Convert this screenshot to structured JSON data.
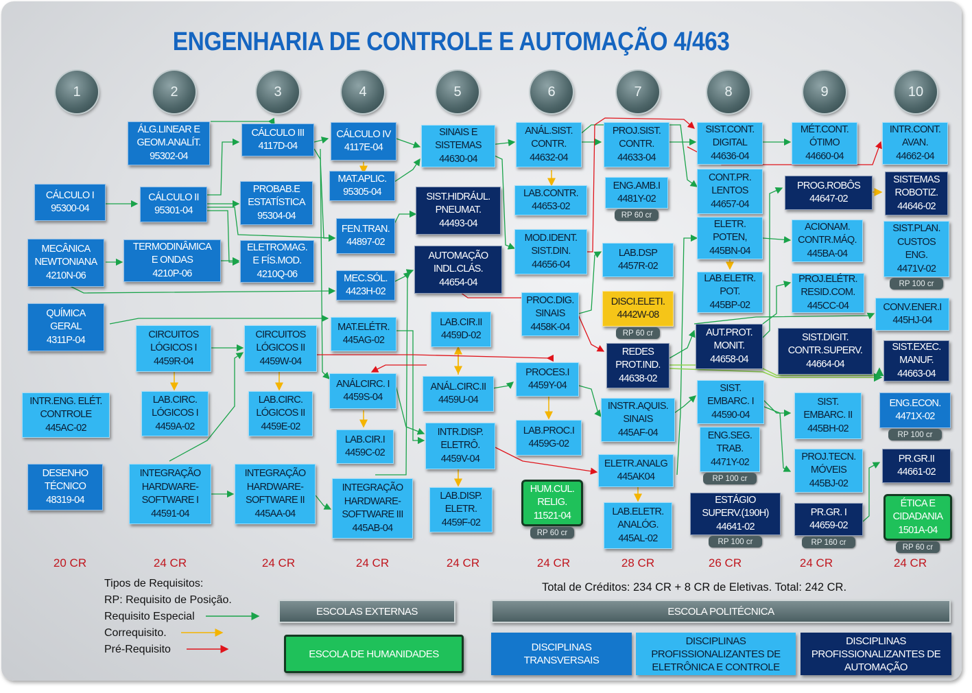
{
  "title": "ENGENHARIA DE CONTROLE E AUTOMAÇÃO 4/463",
  "semesters": [
    "1",
    "2",
    "3",
    "4",
    "5",
    "6",
    "7",
    "8",
    "9",
    "10"
  ],
  "credits": [
    "20 CR",
    "24 CR",
    "24 CR",
    "24 CR",
    "24 CR",
    "24 CR",
    "28 CR",
    "26 CR",
    "24 CR",
    "24 CR"
  ],
  "colors": {
    "transversais": "#1477cc",
    "eletronica_controle": "#33b7f2",
    "automacao": "#0b2a66",
    "humanidades": "#1fc15a",
    "eletiva": "#f5c518",
    "requisito_especial": "#1aa34a",
    "correquisito": "#f4b400",
    "pre_requisito": "#e0141b"
  },
  "courses": [
    {
      "id": "calc1",
      "text": "CÁLCULO I\n95300-04",
      "color": "c1"
    },
    {
      "id": "mecanica",
      "text": "MECÂNICA\nNEWTONIANA\n4210N-06",
      "color": "c1"
    },
    {
      "id": "quimica",
      "text": "QUÍMICA\nGERAL\n4311P-04",
      "color": "c1"
    },
    {
      "id": "intreng",
      "text": "INTR.ENG. ELÉT.\nCONTROLE\n445AC-02",
      "color": "c2"
    },
    {
      "id": "desenho",
      "text": "DESENHO\nTÉCNICO\n48319-04",
      "color": "c1"
    },
    {
      "id": "alglin",
      "text": "ÁLG.LINEAR E\nGEOM.ANALÍT.\n95302-04",
      "color": "c1"
    },
    {
      "id": "calc2",
      "text": "CÁLCULO II\n95301-04",
      "color": "c1"
    },
    {
      "id": "termo",
      "text": "TERMODINÂMICA\nE ONDAS\n4210P-06",
      "color": "c1"
    },
    {
      "id": "circ1",
      "text": "CIRCUITOS\nLÓGICOS I\n4459R-04",
      "color": "c2"
    },
    {
      "id": "labcirc1",
      "text": "LAB.CIRC.\nLÓGICOS I\n4459A-02",
      "color": "c2"
    },
    {
      "id": "ihs1",
      "text": "INTEGRAÇÃO\nHARDWARE-\nSOFTWARE I\n44591-04",
      "color": "c2"
    },
    {
      "id": "calc3",
      "text": "CÁLCULO III\n4117D-04",
      "color": "c1"
    },
    {
      "id": "probab",
      "text": "PROBAB.E\nESTATÍSTICA\n95304-04",
      "color": "c1"
    },
    {
      "id": "eletromag",
      "text": "ELETROMAG.\nE FÍS.MOD.\n4210Q-06",
      "color": "c1"
    },
    {
      "id": "circ2",
      "text": "CIRCUITOS\nLÓGICOS II\n4459W-04",
      "color": "c2"
    },
    {
      "id": "labcirc2",
      "text": "LAB.CIRC.\nLÓGICOS II\n4459E-02",
      "color": "c2"
    },
    {
      "id": "ihs2",
      "text": "INTEGRAÇÃO\nHARDWARE-\nSOFTWARE II\n445AA-04",
      "color": "c2"
    },
    {
      "id": "calc4",
      "text": "CÁLCULO IV\n4117E-04",
      "color": "c1"
    },
    {
      "id": "mataplic",
      "text": "MAT.APLIC.\n95305-04",
      "color": "c1"
    },
    {
      "id": "fentran",
      "text": "FEN.TRAN.\n44897-02",
      "color": "c1"
    },
    {
      "id": "mecsol",
      "text": "MEC.SÓL.\n4423H-02",
      "color": "c1"
    },
    {
      "id": "mateletr",
      "text": "MAT.ELÉTR.\n445AG-02",
      "color": "c2"
    },
    {
      "id": "analcirc1",
      "text": "ANÁLCIRC. I\n4459S-04",
      "color": "c2"
    },
    {
      "id": "labcir1",
      "text": "LAB.CIR.I\n4459C-02",
      "color": "c2"
    },
    {
      "id": "ihs3",
      "text": "INTEGRAÇÃO\nHARDWARE-\nSOFTWARE III\n445AB-04",
      "color": "c2"
    },
    {
      "id": "sinais",
      "text": "SINAIS E\nSISTEMAS\n44630-04",
      "color": "c2"
    },
    {
      "id": "hidraul",
      "text": "SIST.HIDRÁUL.\nPNEUMAT.\n44493-04",
      "color": "c3"
    },
    {
      "id": "automacao",
      "text": "AUTOMAÇÃO\nINDL.CLÁS.\n44654-04",
      "color": "c3"
    },
    {
      "id": "labcir2",
      "text": "LAB.CIR.II\n4459D-02",
      "color": "c2"
    },
    {
      "id": "analcirc2",
      "text": "ANÁL.CIRC.II\n4459U-04",
      "color": "c2"
    },
    {
      "id": "intrdisp",
      "text": "INTR.DISP.\nELETRÔ.\n4459V-04",
      "color": "c2"
    },
    {
      "id": "labdisp",
      "text": "LAB.DISP.\nELETR.\n4459F-02",
      "color": "c2"
    },
    {
      "id": "analsist",
      "text": "ANÁL.SIST.\nCONTR.\n44632-04",
      "color": "c2"
    },
    {
      "id": "labcontr",
      "text": "LAB.CONTR.\n44653-02",
      "color": "c2"
    },
    {
      "id": "modident",
      "text": "MOD.IDENT.\nSIST.DIN.\n44656-04",
      "color": "c2"
    },
    {
      "id": "procdig",
      "text": "PROC.DIG.\nSINAIS\n4458K-04",
      "color": "c2"
    },
    {
      "id": "procesi",
      "text": "PROCES.I\n4459Y-04",
      "color": "c2"
    },
    {
      "id": "labproc",
      "text": "LAB.PROC.I\n4459G-02",
      "color": "c2"
    },
    {
      "id": "humcul",
      "text": "HUM.CUL.\nRELIG.\n11521-04",
      "color": "c4",
      "rp": "RP 60 cr"
    },
    {
      "id": "projsist",
      "text": "PROJ.SIST.\nCONTR.\n44633-04",
      "color": "c2"
    },
    {
      "id": "engamb",
      "text": "ENG.AMB.I\n4481Y-02",
      "color": "c2",
      "rp": "RP 60 cr"
    },
    {
      "id": "labdsp",
      "text": "LAB.DSP\n4457R-02",
      "color": "c2"
    },
    {
      "id": "disceleti",
      "text": "DISCI.ELETI.\n4442W-08",
      "color": "c5",
      "rp": "RP 60 cr"
    },
    {
      "id": "redes",
      "text": "REDES\nPROT.IND.\n44638-02",
      "color": "c3"
    },
    {
      "id": "instr",
      "text": "INSTR.AQUIS.\nSINAIS\n445AF-04",
      "color": "c2"
    },
    {
      "id": "eletranalg",
      "text": "ELETR.ANALG\n445AK04",
      "color": "c2"
    },
    {
      "id": "labeletran",
      "text": "LAB.ELETR.\nANALÓG.\n445AL-02",
      "color": "c2"
    },
    {
      "id": "sistcont",
      "text": "SIST.CONT.\nDIGITAL\n44636-04",
      "color": "c2"
    },
    {
      "id": "contpr",
      "text": "CONT.PR.\nLENTOS\n44657-04",
      "color": "c2"
    },
    {
      "id": "eletrpot",
      "text": "ELETR.\nPOTEN,\n445BN-04",
      "color": "c2"
    },
    {
      "id": "labeletrpot",
      "text": "LAB.ELETR.\nPOT.\n445BP-02",
      "color": "c2"
    },
    {
      "id": "autprot",
      "text": "AUT.PROT.\nMONIT.\n44658-04",
      "color": "c3"
    },
    {
      "id": "sistemb1",
      "text": "SIST.\nEMBARC. I\n44590-04",
      "color": "c2"
    },
    {
      "id": "engseg",
      "text": "ENG.SEG.\nTRAB.\n4471Y-02",
      "color": "c2",
      "rp": "RP 100 cr"
    },
    {
      "id": "estagio",
      "text": "ESTÁGIO\nSUPERV.(190H)\n44641-02",
      "color": "c3",
      "rp": "RP 100 cr"
    },
    {
      "id": "metcont",
      "text": "MÉT.CONT.\nÓTIMO\n44660-04",
      "color": "c2"
    },
    {
      "id": "progrob",
      "text": "PROG.ROBÔS\n44647-02",
      "color": "c3"
    },
    {
      "id": "acionam",
      "text": "ACIONAM.\nCONTR.MÁQ.\n445BA-04",
      "color": "c2"
    },
    {
      "id": "projeletr",
      "text": "PROJ.ELÉTR.\nRESID.COM.\n445CC-04",
      "color": "c2"
    },
    {
      "id": "sistdigit",
      "text": "SIST.DIGIT.\nCONTR.SUPERV.\n44664-04",
      "color": "c3"
    },
    {
      "id": "sistemb2",
      "text": "SIST.\nEMBARC. II\n445BH-02",
      "color": "c2"
    },
    {
      "id": "projtecn",
      "text": "PROJ.TECN.\nMÓVEIS\n445BJ-02",
      "color": "c2"
    },
    {
      "id": "prgr1",
      "text": "PR.GR. I\n44659-02",
      "color": "c3",
      "rp": "RP 160 cr"
    },
    {
      "id": "intrcont",
      "text": "INTR.CONT.\nAVAN.\n44662-04",
      "color": "c2"
    },
    {
      "id": "sistrob",
      "text": "SISTEMAS\nROBOTIZ.\n44646-02",
      "color": "c3"
    },
    {
      "id": "sistplan",
      "text": "SIST.PLAN.\nCUSTOS\nENG.\n4471V-02",
      "color": "c2",
      "rp": "RP 100 cr"
    },
    {
      "id": "convener",
      "text": "CONV.ENER.I\n445HJ-04",
      "color": "c2"
    },
    {
      "id": "sistexec",
      "text": "SIST.EXEC.\nMANUF.\n44663-04",
      "color": "c3"
    },
    {
      "id": "engecon",
      "text": "ENG.ECON.\n4471X-02",
      "color": "c1",
      "rp": "RP 100 cr"
    },
    {
      "id": "prgr2",
      "text": "PR.GR.II\n44661-02",
      "color": "c3"
    },
    {
      "id": "etica",
      "text": "ÉTICA E\nCIDADANIA\n1501A-04",
      "color": "c4",
      "rp": "RP 60 cr"
    }
  ],
  "legend": {
    "heading": "Tipos de Requisitos:",
    "rp": "RP: Requisito de Posição.",
    "especial": "Requisito Especial",
    "correquisito": "Correquisito.",
    "prerequisito": "Pré-Requisito"
  },
  "total": "Total de Créditos: 234 CR + 8 CR de Eletivas. Total: 242 CR.",
  "bands": {
    "externas": "ESCOLAS EXTERNAS",
    "politecnica": "ESCOLA POLITÉCNICA",
    "humanidades": "ESCOLA DE HUMANIDADES",
    "transversais": "DISCIPLINAS\nTRANSVERSAIS",
    "eletronica": "DISCIPLINAS\nPROFISSIONALIZANTES DE\nELETRÔNICA E CONTROLE",
    "automacao": "DISCIPLINAS\nPROFISSIONALIZANTES DE\nAUTOMAÇÃO"
  }
}
